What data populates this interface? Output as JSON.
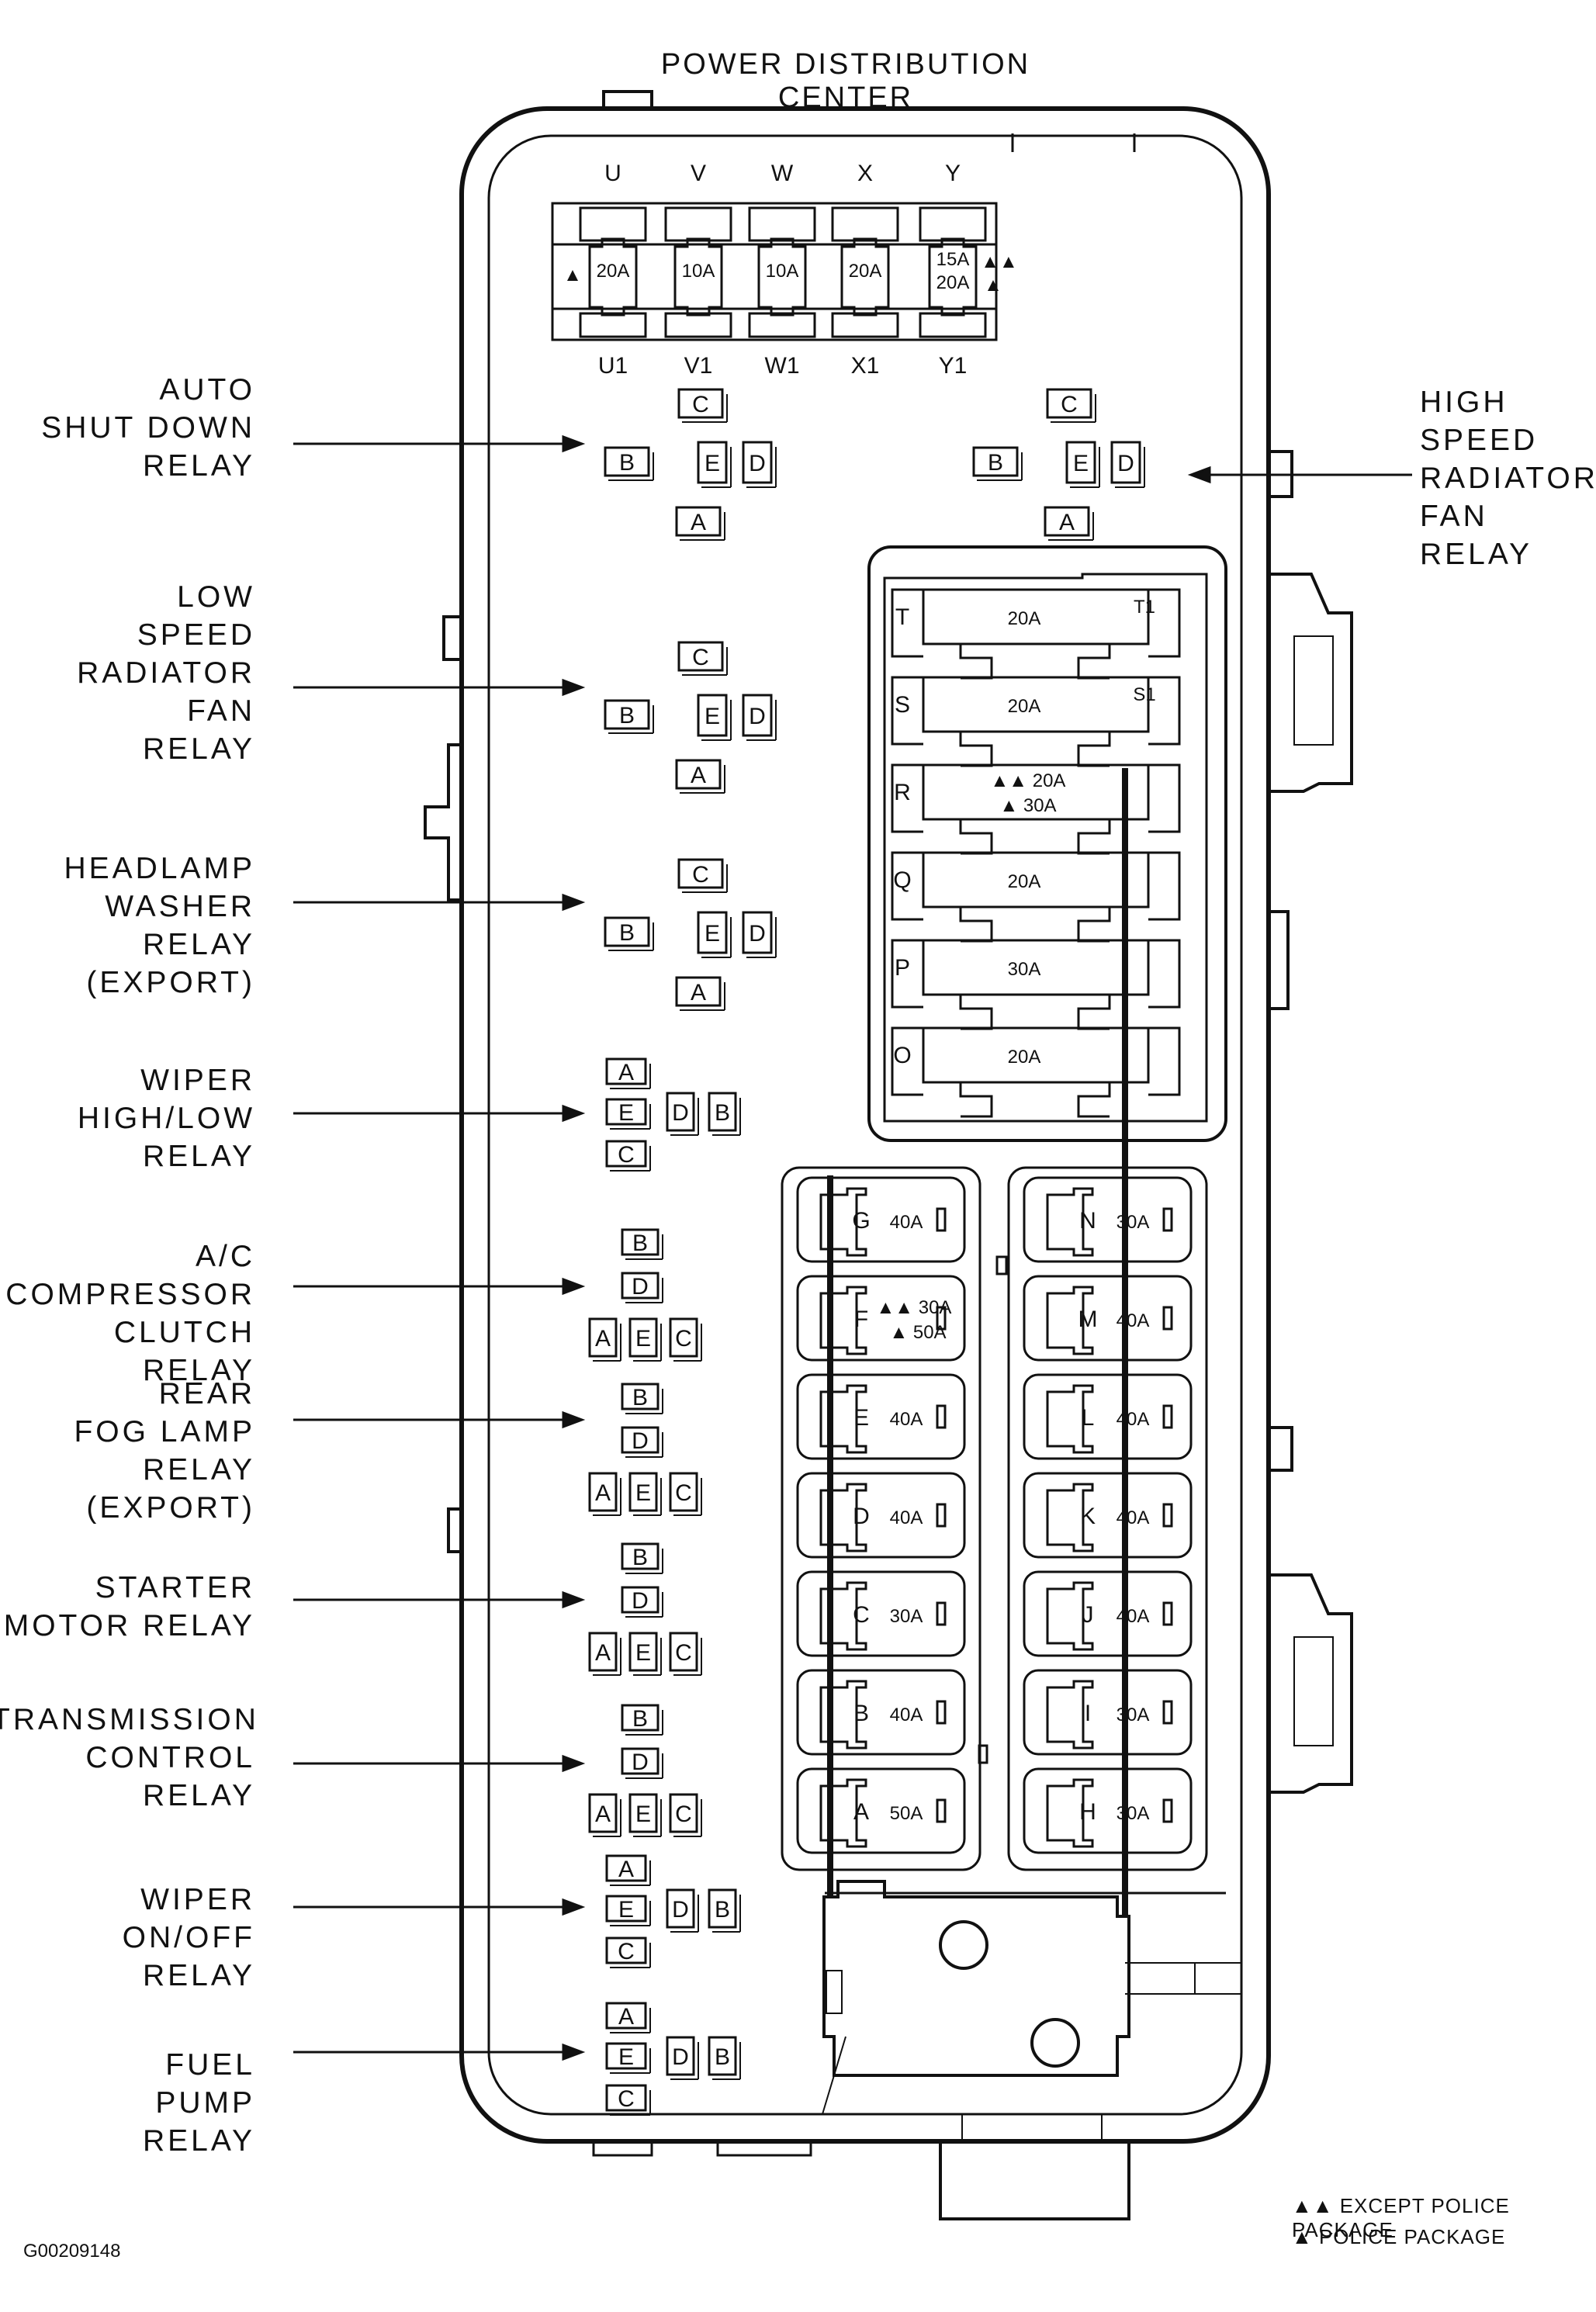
{
  "title": "POWER DISTRIBUTION CENTER",
  "figure_id": "G00209148",
  "legend": {
    "except_police": "▲▲ EXCEPT POLICE PACKAGE",
    "police": "▲ POLICE PACKAGE"
  },
  "relays_left": [
    {
      "label": "AUTO\nSHUT DOWN\nRELAY"
    },
    {
      "label": "LOW\nSPEED\nRADIATOR\nFAN\nRELAY"
    },
    {
      "label": "HEADLAMP\nWASHER\nRELAY\n(EXPORT)"
    },
    {
      "label": "WIPER\nHIGH/LOW\nRELAY"
    },
    {
      "label": "A/C\nCOMPRESSOR\nCLUTCH RELAY"
    },
    {
      "label": "REAR\nFOG LAMP\nRELAY\n(EXPORT)"
    },
    {
      "label": "STARTER\nMOTOR RELAY"
    },
    {
      "label": "TRANSMISSION\nCONTROL\nRELAY"
    },
    {
      "label": "WIPER\nON/OFF\nRELAY"
    },
    {
      "label": "FUEL\nPUMP\nRELAY"
    }
  ],
  "relay_right": {
    "label": "HIGH\nSPEED\nRADIATOR\nFAN\nRELAY"
  },
  "top_fuses": [
    {
      "top": "U",
      "bottom": "U1",
      "amp": "20A",
      "mark_left": "▲"
    },
    {
      "top": "V",
      "bottom": "V1",
      "amp": "10A"
    },
    {
      "top": "W",
      "bottom": "W1",
      "amp": "10A"
    },
    {
      "top": "X",
      "bottom": "X1",
      "amp": "20A"
    },
    {
      "top": "Y",
      "bottom": "Y1",
      "amp": "15A",
      "amp2": "20A",
      "mark_right": "▲▲",
      "mark_right2": "▲"
    }
  ],
  "mid_fuses": [
    {
      "letter": "T",
      "amp": "20A",
      "side": "T1"
    },
    {
      "letter": "S",
      "amp": "20A",
      "side": "S1"
    },
    {
      "letter": "R",
      "amp": "▲▲ 20A",
      "amp2": "▲ 30A"
    },
    {
      "letter": "Q",
      "amp": "20A"
    },
    {
      "letter": "P",
      "amp": "30A"
    },
    {
      "letter": "O",
      "amp": "20A"
    }
  ],
  "maxi_left": [
    {
      "letter": "G",
      "amp": "40A"
    },
    {
      "letter": "F",
      "amp": "▲▲ 30A",
      "amp2": "▲ 50A"
    },
    {
      "letter": "E",
      "amp": "40A"
    },
    {
      "letter": "D",
      "amp": "40A"
    },
    {
      "letter": "C",
      "amp": "30A"
    },
    {
      "letter": "B",
      "amp": "40A"
    },
    {
      "letter": "A",
      "amp": "50A"
    }
  ],
  "maxi_right": [
    {
      "letter": "N",
      "amp": "30A"
    },
    {
      "letter": "M",
      "amp": "40A"
    },
    {
      "letter": "L",
      "amp": "40A"
    },
    {
      "letter": "K",
      "amp": "40A"
    },
    {
      "letter": "J",
      "amp": "40A"
    },
    {
      "letter": "I",
      "amp": "30A"
    },
    {
      "letter": "H",
      "amp": "30A"
    }
  ],
  "pins": {
    "a": "A",
    "b": "B",
    "c": "C",
    "d": "D",
    "e": "E"
  }
}
